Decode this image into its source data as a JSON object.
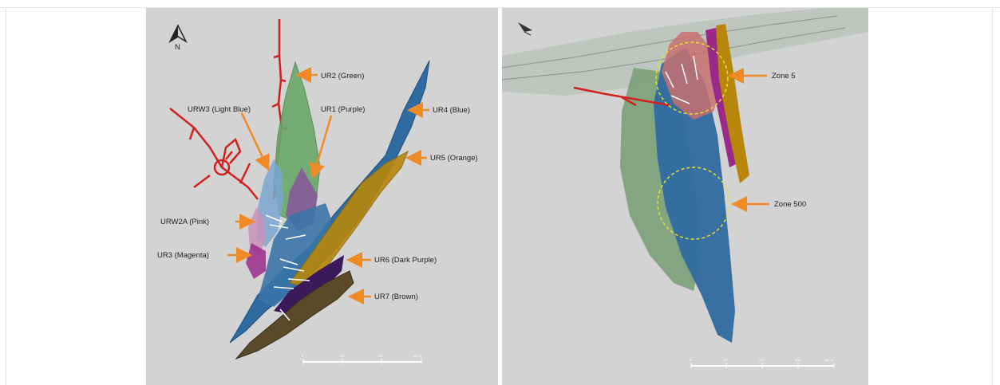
{
  "left_panel": {
    "north_label": "N",
    "labels": {
      "ur2": "UR2 (Green)",
      "urw3": "URW3 (Light Blue)",
      "ur1": "UR1 (Purple)",
      "ur4": "UR4 (Blue)",
      "ur5": "UR5 (Orange)",
      "urw2a": "URW2A (Pink)",
      "ur3": "UR3 (Magenta)",
      "ur6": "UR6 (Dark Purple)",
      "ur7": "UR7 (Brown)"
    },
    "scale_ticks": [
      "0",
      "100",
      "200",
      "300 m"
    ]
  },
  "right_panel": {
    "labels": {
      "zone5": "Zone 5",
      "zone500": "Zone 500"
    },
    "scale_ticks": [
      "0",
      "100",
      "200",
      "300",
      "400 m"
    ]
  },
  "colors": {
    "background": "#d3d3d3",
    "arrow": "#f08a24",
    "drill_red": "#d02020",
    "green": "#6aa86a",
    "blue": "#2f6aa0",
    "orange": "#b8860b",
    "purple": "#8a4aa0",
    "magenta": "#9a2a8a",
    "pink": "#c890b8",
    "brown": "#5a4a2a",
    "zone_circle": "#e8e030"
  }
}
